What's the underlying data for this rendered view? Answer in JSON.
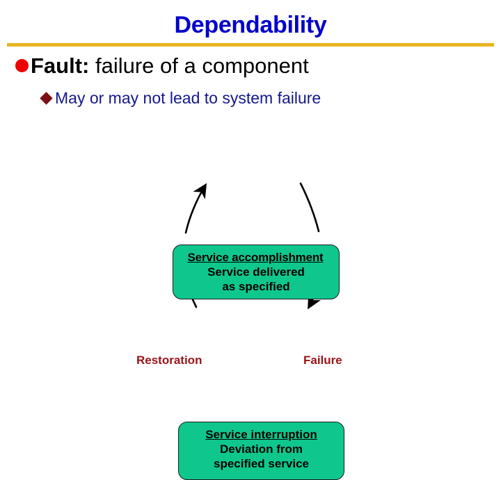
{
  "slide": {
    "title": "Dependability",
    "rule_color": "#E8B622",
    "title_color": "#0000CC"
  },
  "bullets": [
    {
      "level": 1,
      "marker": "red-circle-bullet",
      "marker_color": "#EE0000",
      "lead": "Fault:",
      "rest": " failure of a component",
      "text_color": "#000000"
    },
    {
      "level": 2,
      "marker": "dark-red-diamond-bullet",
      "marker_color": "#7B0F16",
      "text": "May or may not lead to system failure",
      "text_color": "#14188C"
    }
  ],
  "diagram": {
    "type": "state-cycle",
    "box_fill": "#0FC78D",
    "box_border": "#1a1a1a",
    "label_color": "#9B1218",
    "nodes": [
      {
        "id": "accomplishment",
        "heading": "Service accomplishment",
        "line2": "Service delivered",
        "line3": "as specified"
      },
      {
        "id": "interruption",
        "heading": "Service interruption",
        "line2": "Deviation from",
        "line3": "specified service"
      }
    ],
    "edges": [
      {
        "id": "restoration",
        "label": "Restoration",
        "from": "interruption",
        "to": "accomplishment"
      },
      {
        "id": "failure",
        "label": "Failure",
        "from": "accomplishment",
        "to": "interruption"
      }
    ]
  }
}
